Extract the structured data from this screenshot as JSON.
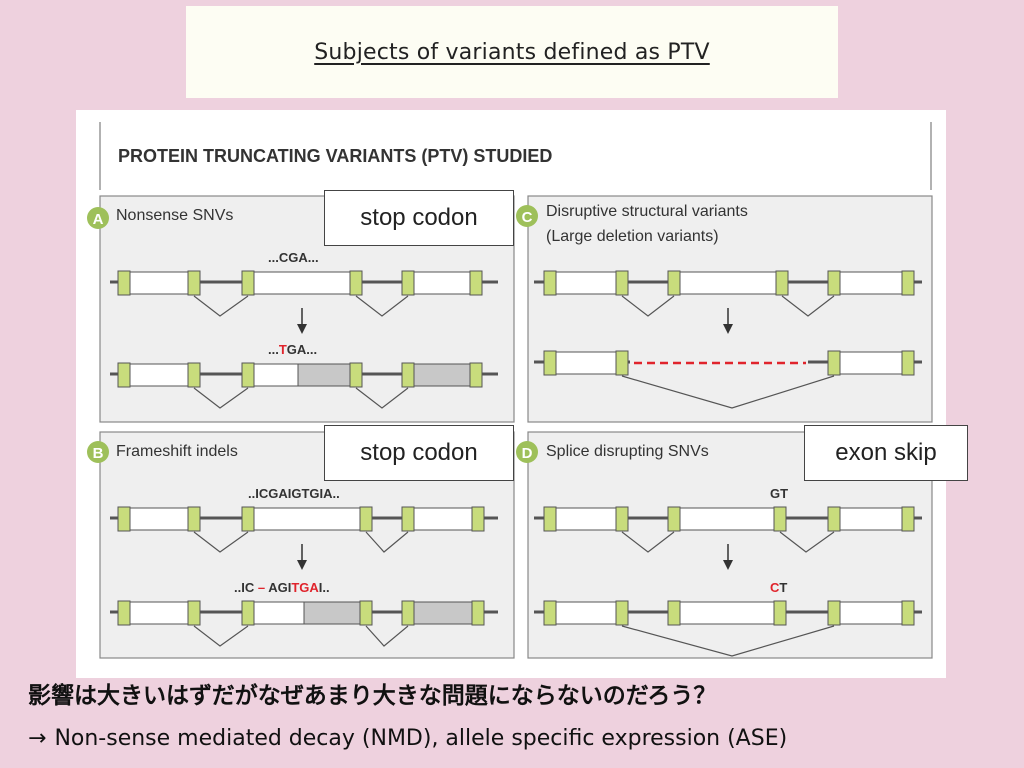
{
  "slide_title": "Subjects of variants defined as PTV",
  "figure": {
    "header": "PROTEIN TRUNCATING VARIANTS (PTV) STUDIED",
    "panels": {
      "a": {
        "letter": "A",
        "title": "Nonsense SNVs",
        "seq_top": "...CGA...",
        "seq_bottom_pre": "...",
        "seq_bottom_mut": "T",
        "seq_bottom_post": "GA..."
      },
      "b": {
        "letter": "B",
        "title": "Frameshift indels",
        "seq_top": "..ICGAIGTGIA..",
        "seq_bottom_pre": "..IC ",
        "seq_bottom_dash": "–",
        "seq_bottom_mid": " AGI",
        "seq_bottom_mut": "TGA",
        "seq_bottom_post": "I.."
      },
      "c": {
        "letter": "C",
        "title_line1": "Disruptive structural variants",
        "title_line2": "(Large deletion variants)"
      },
      "d": {
        "letter": "D",
        "title": "Splice disrupting SNVs",
        "seq_top": "GT",
        "seq_bottom_mut": "C",
        "seq_bottom_post": "T"
      }
    }
  },
  "callouts": {
    "stop_codon_1": "stop codon",
    "stop_codon_2": "stop codon",
    "exon_skip": "exon skip"
  },
  "footer": {
    "question": "影響は大きいはずだがなぜあまり大きな問題にならないのだろう？",
    "arrow": "→",
    "answer": "Non-sense mediated decay (NMD), allele specific expression (ASE)"
  },
  "colors": {
    "background": "#eed1de",
    "exon_green": "#c8dc7c",
    "mutation_red": "#e0242c",
    "panel_gray": "#efefef",
    "truncated_gray": "#c8c8c8"
  }
}
